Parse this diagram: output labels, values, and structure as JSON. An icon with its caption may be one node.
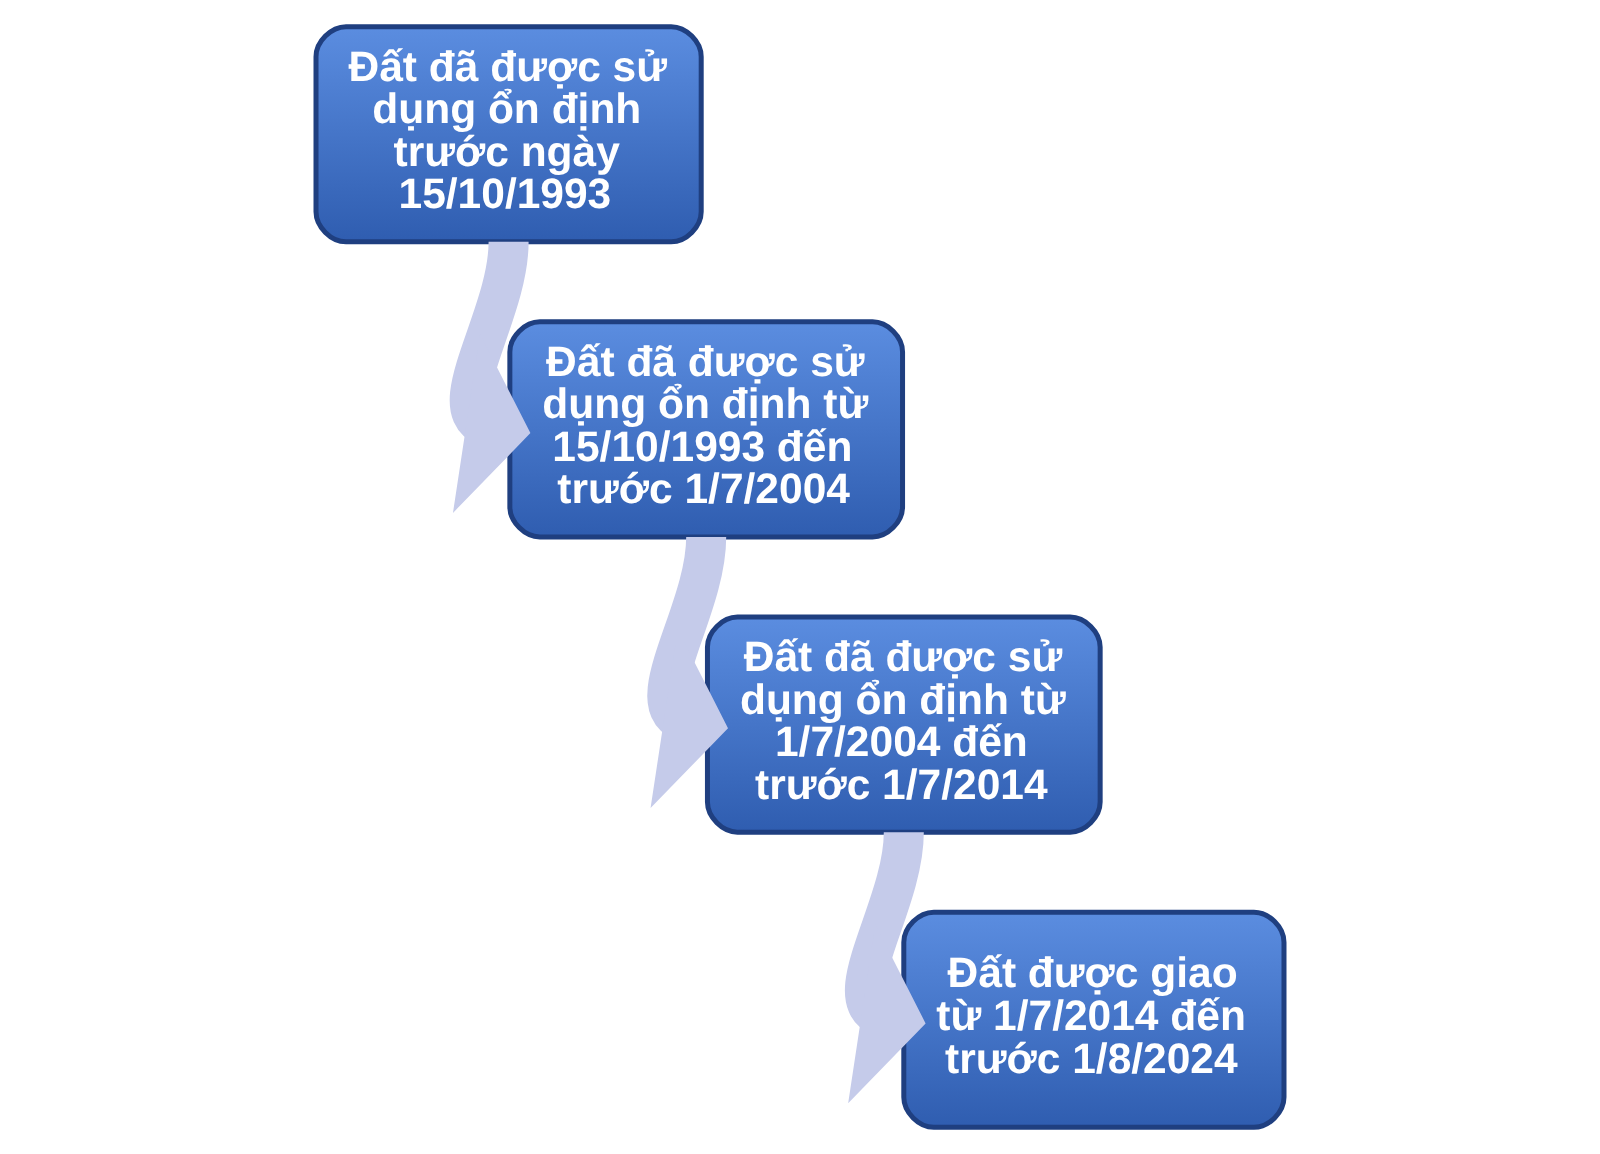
{
  "diagram": {
    "nodes": [
      {
        "text": [
          "Đất đã được sử dụng ổn định trước ngày 15/10/1993"
        ]
      },
      {
        "text": [
          "Đất đã được sử dụng ổn định từ 15/10/1993 đến trước 1/7/2004"
        ]
      },
      {
        "text": [
          "Đất đã được sử dụng ổn định từ 1/7/2004 đến trước 1/7/2014"
        ]
      },
      {
        "text": [
          "Đất được giao từ 1/7/2014 đến trước 1/8/2024"
        ]
      }
    ],
    "edges": [
      {
        "from": 0,
        "to": 1,
        "arrow": "to"
      },
      {
        "from": 1,
        "to": 2,
        "arrow": "to"
      },
      {
        "from": 2,
        "to": 3,
        "arrow": "to"
      }
    ]
  }
}
